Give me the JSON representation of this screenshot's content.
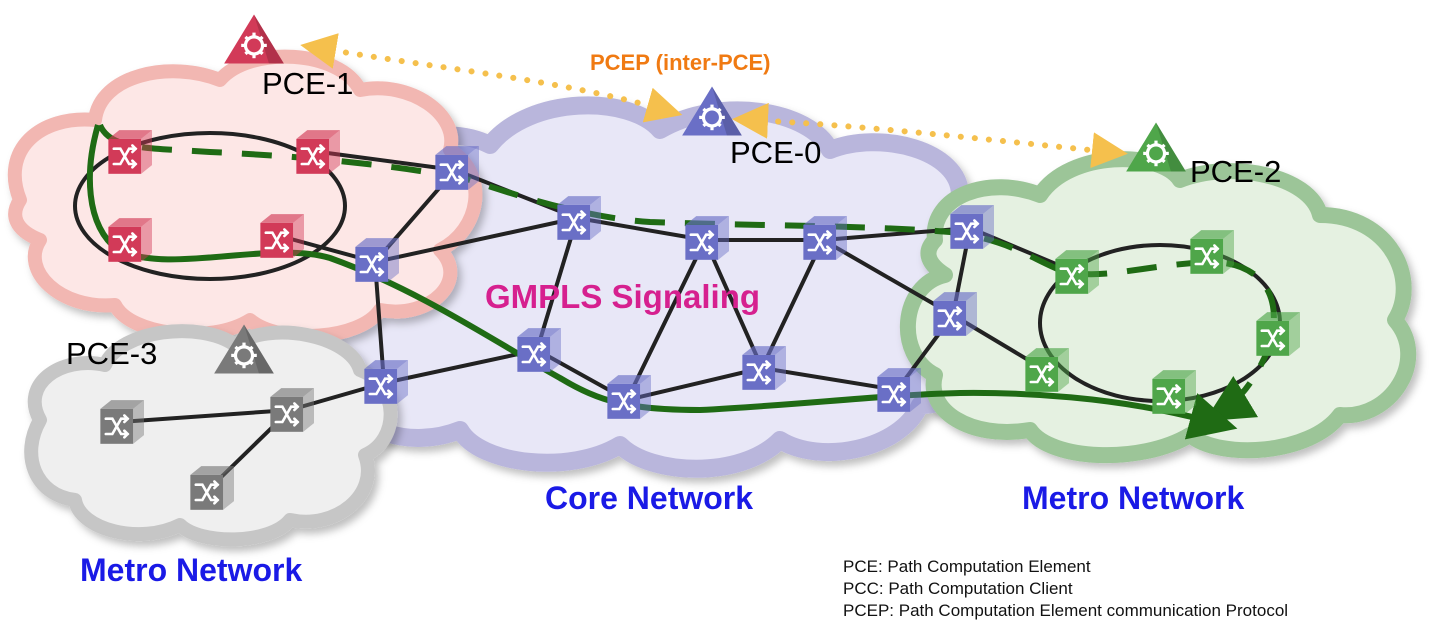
{
  "labels": {
    "pcep": "PCEP (inter-PCE)",
    "gmpls": "GMPLS Signaling",
    "core": "Core Network",
    "metro_right": "Metro Network",
    "metro_left": "Metro Network"
  },
  "pce": {
    "pce1": "PCE-1",
    "pce0": "PCE-0",
    "pce2": "PCE-2",
    "pce3": "PCE-3"
  },
  "legend": [
    "PCE: Path Computation Element",
    "PCC: Path Computation Client",
    "PCEP: Path Computation Element communication Protocol"
  ],
  "colors": {
    "core": "#6a6fc6",
    "metro_red": "#d23a58",
    "metro_green": "#4fa64a",
    "metro_gray": "#7a7a7a",
    "path": "#1f6b14",
    "pcep_link": "#f5c04d"
  }
}
